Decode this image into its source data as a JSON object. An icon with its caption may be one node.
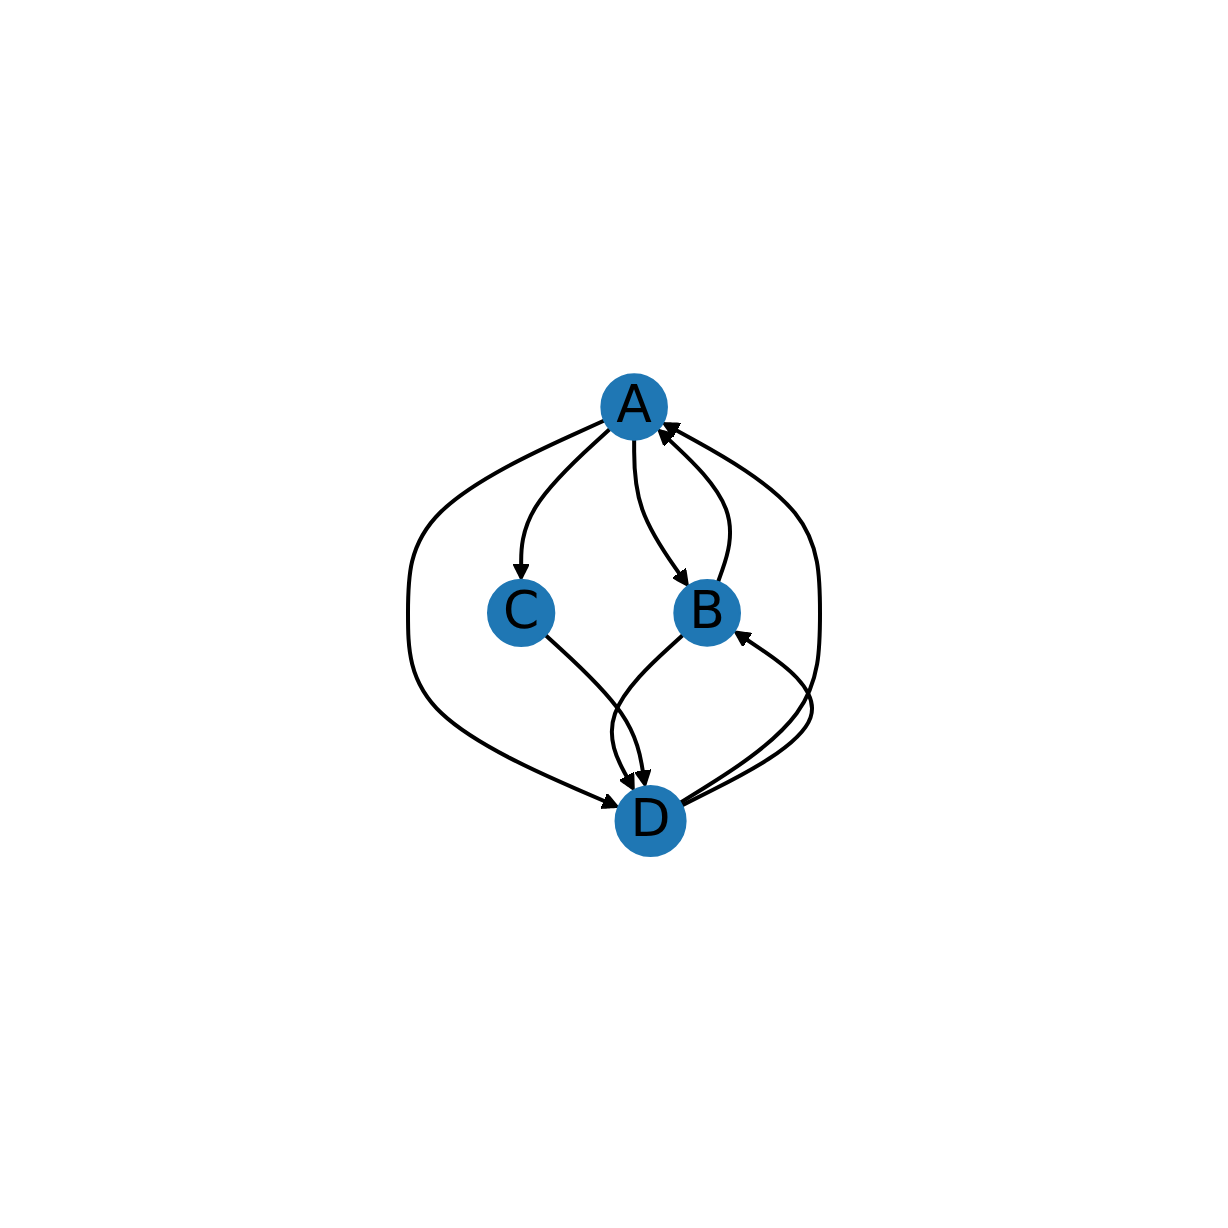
{
  "diagram": {
    "nodes": [
      {
        "text": [
          "A"
        ]
      },
      {
        "text": [
          "B"
        ]
      },
      {
        "text": [
          "C"
        ]
      },
      {
        "text": [
          "D"
        ]
      }
    ],
    "edges": [
      {
        "from": 0,
        "to": 1,
        "arrow": "to"
      },
      {
        "from": 1,
        "to": 0,
        "arrow": "to"
      },
      {
        "from": 0,
        "to": 3,
        "arrow": "to"
      },
      {
        "from": 3,
        "to": 0,
        "arrow": "to"
      },
      {
        "from": 1,
        "to": 3,
        "arrow": "to"
      },
      {
        "from": 3,
        "to": 1,
        "arrow": "to"
      },
      {
        "from": 0,
        "to": 2,
        "arrow": "to"
      },
      {
        "from": 2,
        "to": 3,
        "arrow": "to"
      }
    ]
  }
}
